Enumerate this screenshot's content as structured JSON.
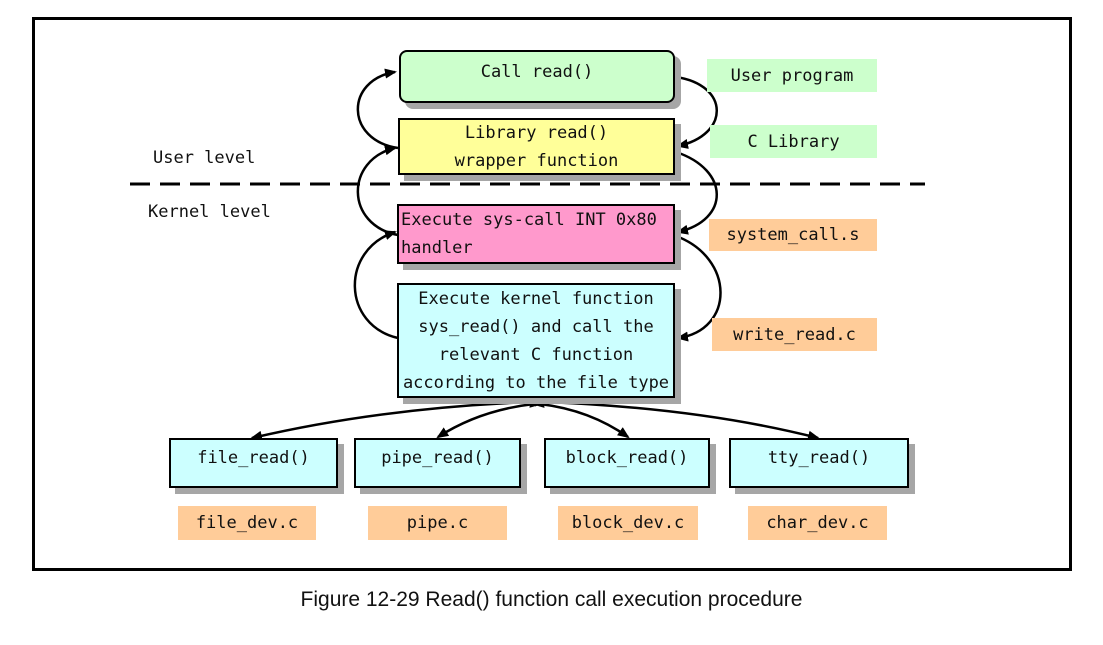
{
  "diagram": {
    "boxes": {
      "call_read": "Call read()",
      "library_read": [
        "Library read()",
        "wrapper function"
      ],
      "sys_call_handler": [
        "Execute sys-call INT 0x80",
        "handler"
      ],
      "kernel_function": [
        "Execute kernel function",
        "sys_read() and call the",
        "relevant C function",
        "according to the file type"
      ],
      "file_read": "file_read()",
      "pipe_read": "pipe_read()",
      "block_read": "block_read()",
      "tty_read": "tty_read()"
    },
    "tags": {
      "user_program": "User program",
      "c_library": "C Library",
      "system_call_s": "system_call.s",
      "write_read_c": "write_read.c",
      "file_dev_c": "file_dev.c",
      "pipe_c": "pipe.c",
      "block_dev_c": "block_dev.c",
      "char_dev_c": "char_dev.c"
    },
    "levels": {
      "user": "User level",
      "kernel": "Kernel level"
    },
    "colors": {
      "call_read": "#ccffcc",
      "library_read": "#ffff99",
      "sys_call_handler": "#ff99cc",
      "kernel_function": "#ccffff",
      "read_funcs": "#ccffff",
      "green_tag": "#ccffcc",
      "orange_tag": "#ffcc99",
      "shadow": "#a6a6a6"
    }
  },
  "caption": "Figure 12-29 Read() function call execution procedure"
}
